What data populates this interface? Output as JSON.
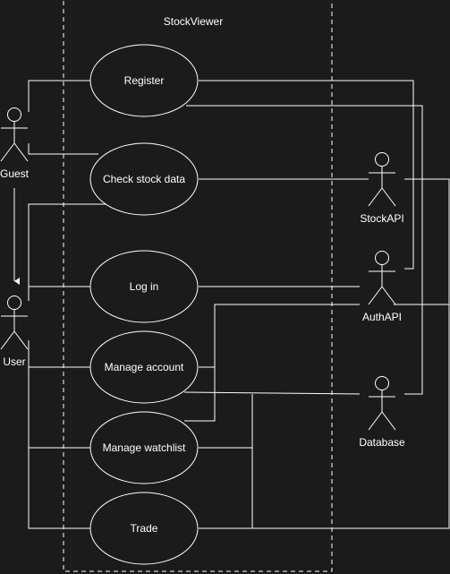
{
  "system": {
    "title": "StockViewer"
  },
  "use_cases": {
    "register": "Register",
    "check_stock": "Check stock data",
    "login": "Log in",
    "manage_account": "Manage account",
    "manage_watchlist": "Manage watchlist",
    "trade": "Trade"
  },
  "actors": {
    "guest": "Guest",
    "user": "User",
    "stockapi": "StockAPI",
    "authapi": "AuthAPI",
    "database": "Database"
  },
  "colors": {
    "background": "#1b1b1b",
    "stroke": "#ffffff",
    "ellipse_fill": "#1b1b1b"
  }
}
